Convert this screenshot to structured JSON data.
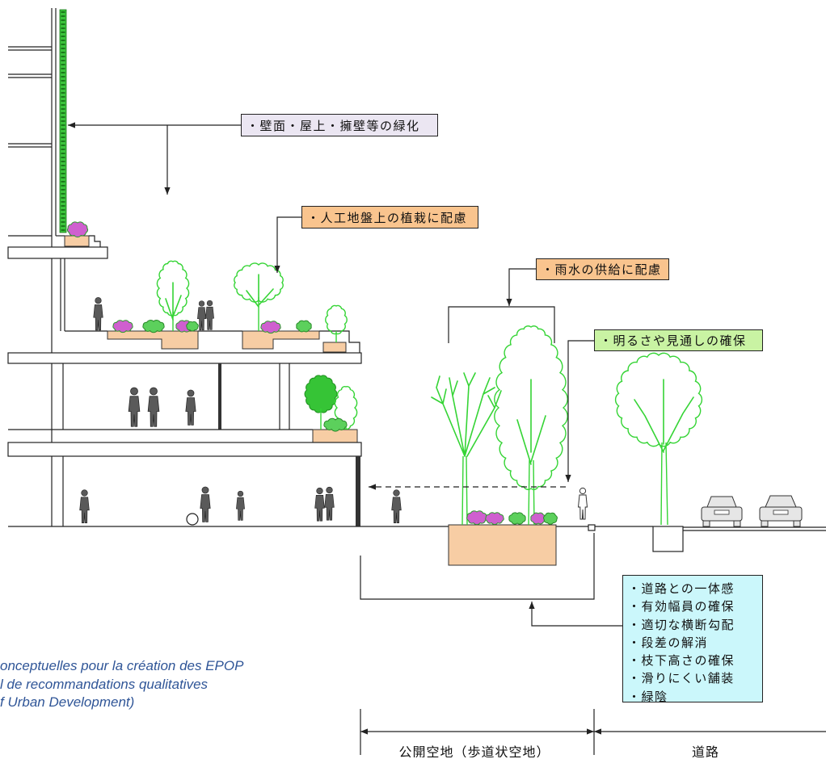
{
  "labels": {
    "greening": "・壁面・屋上・擁壁等の緑化",
    "artificial_ground": "・人工地盤上の植栽に配慮",
    "rainwater": "・雨水の供給に配慮",
    "visibility": "・明るさや見通しの確保"
  },
  "requirements": [
    "・道路との一体感",
    "・有効幅員の確保",
    "・適切な横断勾配",
    "・段差の解消",
    "・枝下高さの確保",
    "・滑りにくい舗装",
    "・緑陰"
  ],
  "caption": [
    "onceptuelles pour la création des EPOP",
    "l de recommandations qualitatives",
    "f Urban Development)"
  ],
  "dimensions": {
    "public_open_space": "公開空地（歩道状空地）",
    "road": "道路"
  },
  "colors": {
    "tree_green": "#35d435",
    "planter": "#f7cda4",
    "flower": "#cf5fcf",
    "shrub": "#5cd05c",
    "label_lavender": "#ebe6f2",
    "label_orange": "#f9c48e",
    "label_green": "#c9f3a3",
    "list_cyan": "#cbf7fb",
    "caption_blue": "#2f5597"
  }
}
